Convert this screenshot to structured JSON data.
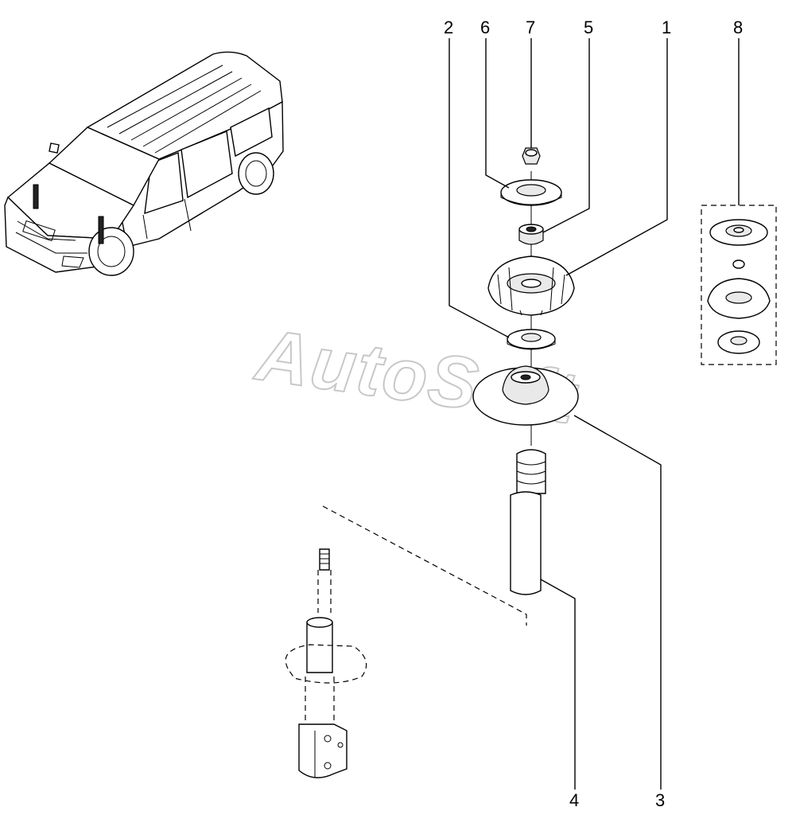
{
  "callouts": {
    "c1": "1",
    "c2": "2",
    "c3": "3",
    "c4": "4",
    "c5": "5",
    "c6": "6",
    "c7": "7",
    "c8": "8"
  },
  "watermark": "AutoSoft"
}
